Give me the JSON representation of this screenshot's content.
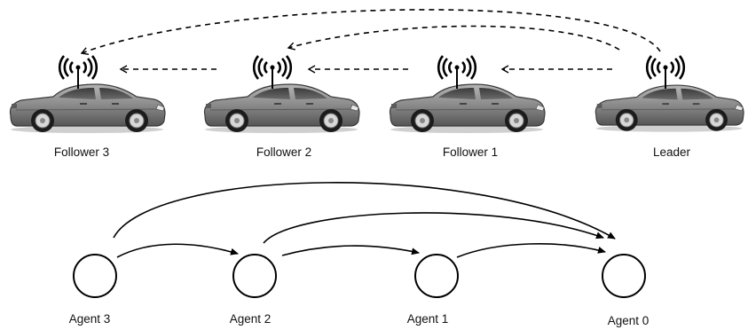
{
  "vehicles": [
    {
      "id": "follower-3",
      "label": "Follower 3"
    },
    {
      "id": "follower-2",
      "label": "Follower 2"
    },
    {
      "id": "follower-1",
      "label": "Follower 1"
    },
    {
      "id": "leader",
      "label": "Leader"
    }
  ],
  "agents": [
    {
      "id": "agent-3",
      "label": "Agent 3"
    },
    {
      "id": "agent-2",
      "label": "Agent 2"
    },
    {
      "id": "agent-1",
      "label": "Agent 1"
    },
    {
      "id": "agent-0",
      "label": "Agent 0"
    }
  ],
  "colors": {
    "car_body": "#8a8a8a",
    "car_dark": "#3a3a3a",
    "line": "#000000"
  },
  "icons": [
    "car-icon",
    "antenna-signal-icon"
  ]
}
